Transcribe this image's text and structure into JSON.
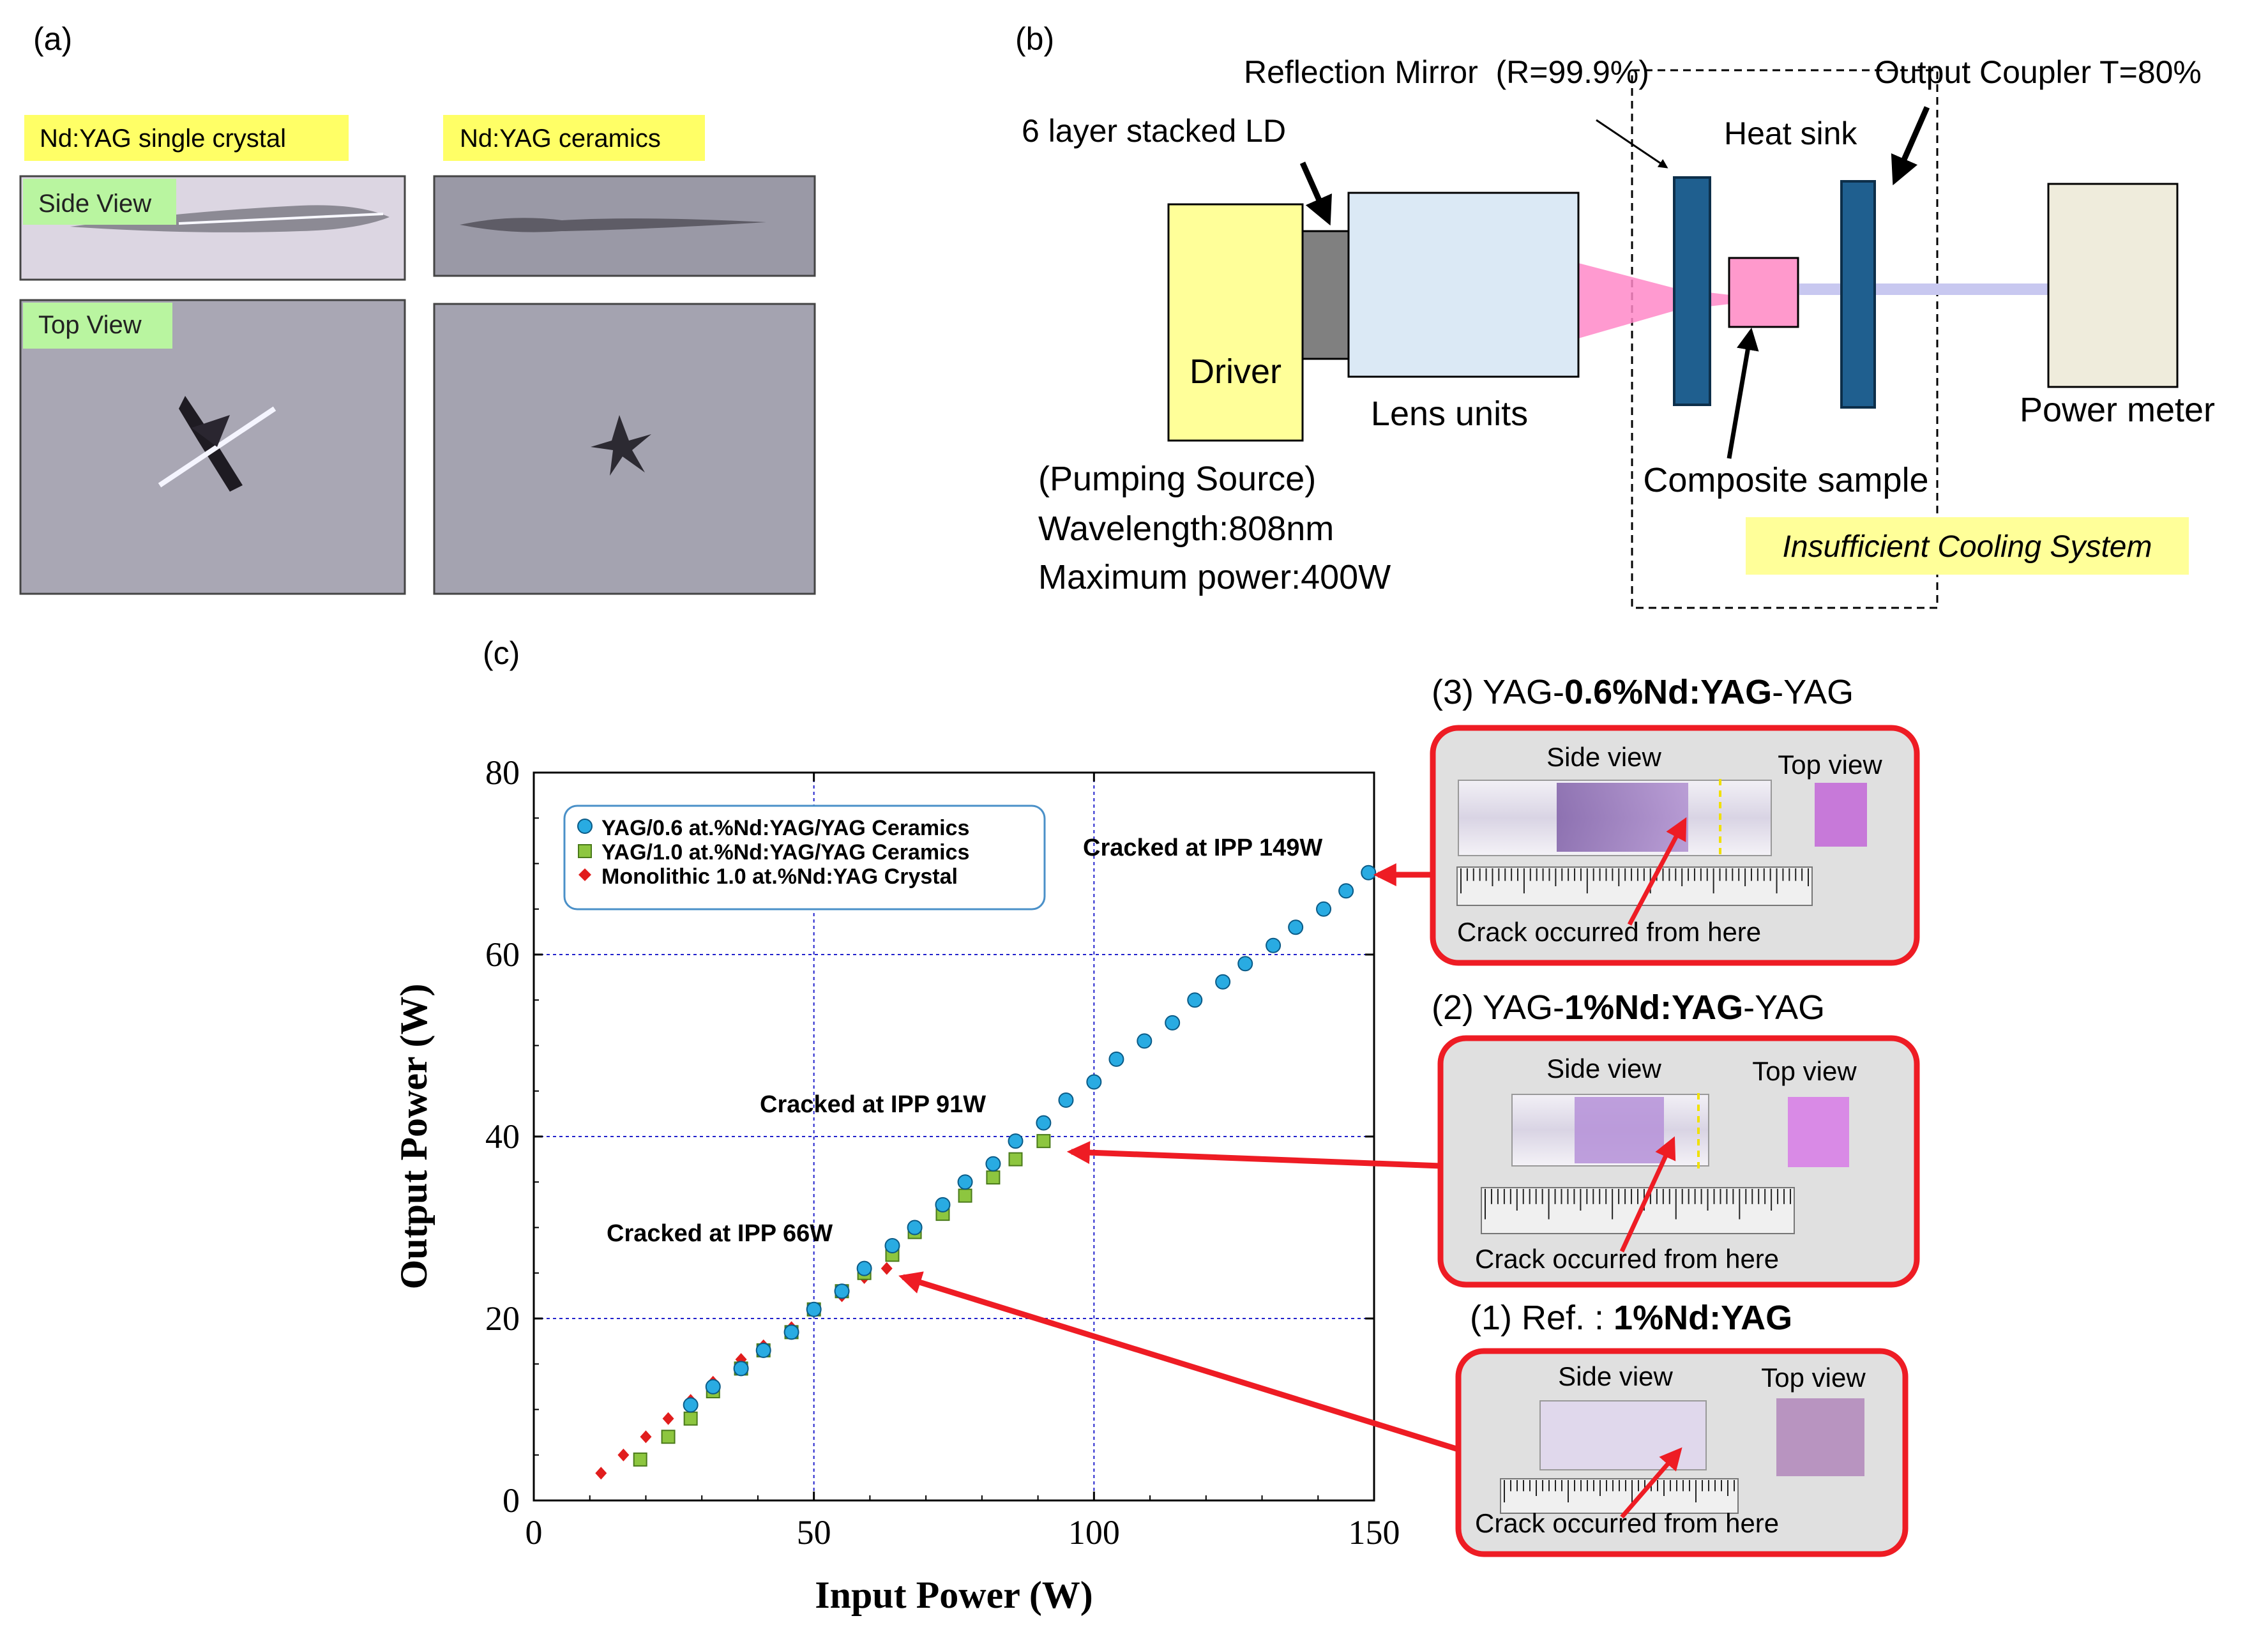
{
  "colors": {
    "highlight_yellow": "#ffff66",
    "green_label": "#b9f5a0",
    "driver_yellow": "#ffff99",
    "lens_blue": "#dbe9f5",
    "mirror_blue": "#1f5f8f",
    "sample_pink": "#ff99cc",
    "beam_pink": "#ff88c8",
    "beam_blue": "#c8c8f0",
    "power_meter": "#efecdc",
    "callout_red": "#ee1c24",
    "series_0_6": "#29abe2",
    "series_1_0": "#8dc63f",
    "series_mono": "#e11d1d",
    "grid_blue": "#2222cc",
    "legend_border": "#4a90c8"
  },
  "panel_a": {
    "label": "(a)",
    "crystal_title": "Nd:YAG single crystal",
    "ceramics_title": "Nd:YAG ceramics",
    "side_view": "Side View",
    "top_view": "Top View"
  },
  "panel_b": {
    "label": "(b)",
    "reflection_mirror": "Reflection Mirror  (R=99.9%)",
    "output_coupler": "Output Coupler T=80%",
    "ld": "6 layer stacked LD",
    "heat_sink": "Heat sink",
    "driver": "Driver",
    "lens_units": "Lens units",
    "power_meter": "Power meter",
    "composite_sample": "Composite sample",
    "pumping_source": "(Pumping Source)",
    "wavelength": "Wavelength:808nm",
    "max_power": "Maximum power:400W",
    "cooling": "Insufficient Cooling System"
  },
  "panel_c": {
    "label": "(c)",
    "annotation_149": "Cracked at IPP 149W",
    "annotation_91": "Cracked at IPP 91W",
    "annotation_66": "Cracked at IPP 66W",
    "sample3_prefix": "(3) YAG-",
    "sample3_bold": "0.6%Nd:YAG",
    "sample3_suffix": "-YAG",
    "sample2_prefix": "(2) YAG-",
    "sample2_bold": "1%Nd:YAG",
    "sample2_suffix": "-YAG",
    "sample1_prefix": "(1) Ref. : ",
    "sample1_bold": "1%Nd:YAG",
    "side_view": "Side view",
    "top_view": "Top view",
    "crack_text": "Crack occurred from here"
  },
  "chart_data": {
    "type": "scatter",
    "xlabel": "Input Power (W)",
    "ylabel": "Output Power (W)",
    "xlim": [
      0,
      150
    ],
    "ylim": [
      0,
      80
    ],
    "xticks": [
      "0",
      "50",
      "100",
      "150"
    ],
    "yticks": [
      "0",
      "20",
      "40",
      "60",
      "80"
    ],
    "grid": true,
    "legend_position": "top-left",
    "series": [
      {
        "name": "YAG/0.6 at.%Nd:YAG/YAG Ceramics",
        "marker": "circle",
        "x": [
          28,
          32,
          37,
          41,
          46,
          50,
          55,
          59,
          64,
          68,
          73,
          77,
          82,
          86,
          91,
          95,
          100,
          104,
          109,
          114,
          118,
          123,
          127,
          132,
          136,
          141,
          145,
          149
        ],
        "y": [
          10.5,
          12.5,
          14.5,
          16.5,
          18.5,
          21,
          23,
          25.5,
          28,
          30,
          32.5,
          35,
          37,
          39.5,
          41.5,
          44,
          46,
          48.5,
          50.5,
          52.5,
          55,
          57,
          59,
          61,
          63,
          65,
          67,
          69
        ]
      },
      {
        "name": "YAG/1.0 at.%Nd:YAG/YAG Ceramics",
        "marker": "square",
        "x": [
          19,
          24,
          28,
          32,
          37,
          41,
          46,
          50,
          55,
          59,
          64,
          68,
          73,
          77,
          82,
          86,
          91
        ],
        "y": [
          4.5,
          7,
          9,
          12,
          14.5,
          16.5,
          18.5,
          21,
          23,
          25,
          27,
          29.5,
          31.5,
          33.5,
          35.5,
          37.5,
          39.5
        ]
      },
      {
        "name": "Monolithic 1.0 at.%Nd:YAG Crystal",
        "marker": "diamond",
        "x": [
          12,
          16,
          20,
          24,
          28,
          32,
          37,
          41,
          46,
          50,
          55,
          59,
          63
        ],
        "y": [
          3,
          5,
          7,
          9,
          11,
          13,
          15.5,
          17,
          19,
          21,
          22.5,
          24.5,
          25.5
        ]
      }
    ],
    "annotations": [
      "Cracked at IPP 149W",
      "Cracked at IPP 91W",
      "Cracked at IPP 66W"
    ]
  }
}
